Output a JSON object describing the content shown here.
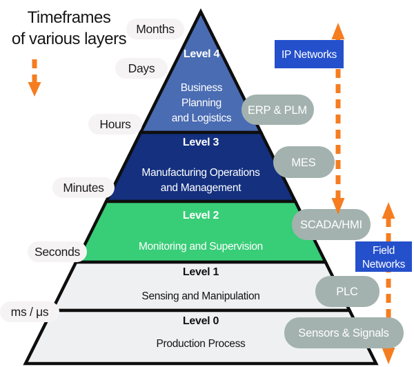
{
  "title": {
    "lines": [
      "Timeframes",
      "of various layers"
    ]
  },
  "timeframes": [
    {
      "label": "Months"
    },
    {
      "label": "Days"
    },
    {
      "label": "Hours"
    },
    {
      "label": "Minutes"
    },
    {
      "label": "Seconds"
    },
    {
      "label": "ms / μs"
    }
  ],
  "pyramid": {
    "levels": [
      {
        "name": "Level 4",
        "lines": [
          "Business",
          "Planning",
          "and Logistics"
        ],
        "description": "Business Planning and Logistics"
      },
      {
        "name": "Level 3",
        "lines": [
          "Manufacturing Operations",
          "and Management"
        ],
        "description": "Manufacturing Operations and Management"
      },
      {
        "name": "Level 2",
        "lines": [
          "Monitoring and Supervision"
        ],
        "description": "Monitoring and Supervision"
      },
      {
        "name": "Level 1",
        "lines": [
          "Sensing and Manipulation"
        ],
        "description": "Sensing and Manipulation"
      },
      {
        "name": "Level 0",
        "lines": [
          "Production Process"
        ],
        "description": "Production Process"
      }
    ]
  },
  "systems": [
    {
      "label": "ERP & PLM"
    },
    {
      "label": "MES"
    },
    {
      "label": "SCADA/HMI"
    },
    {
      "label": "PLC"
    },
    {
      "label": "Sensors & Signals"
    }
  ],
  "networks": {
    "ip": {
      "label": "IP Networks"
    },
    "field": {
      "lines": [
        "Field",
        "Networks"
      ]
    }
  },
  "colors": {
    "level4": "#4a6cb3",
    "level3": "#14307f",
    "level2": "#38cd77",
    "level1": "#eef0f2",
    "level0": "#eef0f2",
    "system_pill": "#a3b2ae",
    "network_box": "#2450cb",
    "arrow_orange": "#f57d20",
    "timeframe_pill": "#f6f3f4",
    "outline": "#0e0e0e"
  }
}
